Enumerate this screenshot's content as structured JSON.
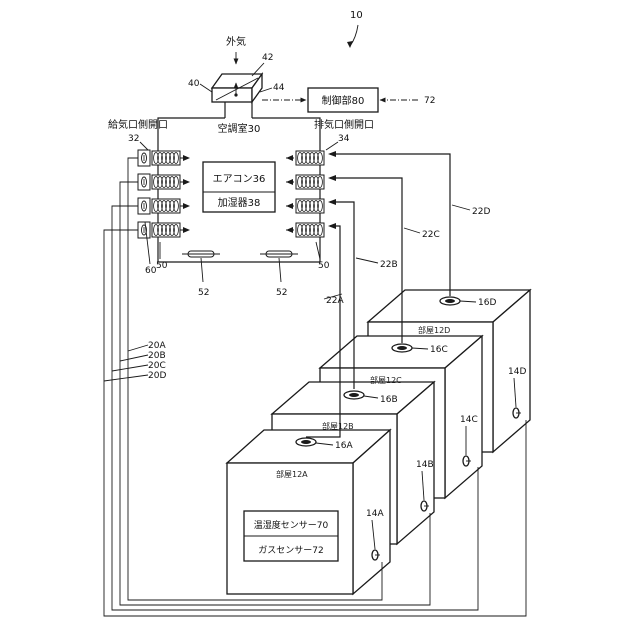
{
  "figure_number": "10",
  "outside_air": "外気",
  "damper_labels": {
    "housing": "40",
    "blade": "42",
    "actuator": "44"
  },
  "controller": {
    "label": "制御部80",
    "input": "72"
  },
  "ac_room": {
    "label": "空調室30",
    "aircon": "エアコン36",
    "humidifier": "加湿器38"
  },
  "supply_side": {
    "label": "給気口側開口",
    "num": "32"
  },
  "exhaust_side": {
    "label": "排気口側開口",
    "num": "34"
  },
  "fan_labels": {
    "left_a": "60",
    "left_b": "50",
    "right": "50"
  },
  "heaters": [
    "52",
    "52"
  ],
  "ducts": {
    "exhaust": [
      "22A",
      "22B",
      "22C",
      "22D"
    ],
    "supply": [
      "20A",
      "20B",
      "20C",
      "20D"
    ]
  },
  "rooms": [
    {
      "name": "部屋12A",
      "vent": "16A",
      "sensor": "14A"
    },
    {
      "name": "部屋12B",
      "vent": "16B",
      "sensor": "14B"
    },
    {
      "name": "部屋12C",
      "vent": "16C",
      "sensor": "14C"
    },
    {
      "name": "部屋12D",
      "vent": "16D",
      "sensor": "14D"
    }
  ],
  "sensors_in_room": {
    "temp_humidity": "温湿度センサー70",
    "gas": "ガスセンサー72"
  }
}
